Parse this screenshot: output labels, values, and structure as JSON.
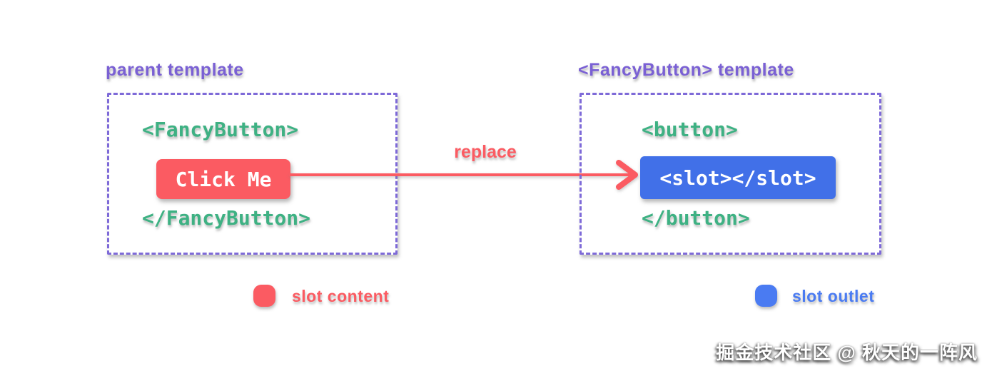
{
  "left": {
    "title": "parent template",
    "open_tag": "<FancyButton>",
    "button_label": "Click Me",
    "close_tag": "</FancyButton>"
  },
  "arrow": {
    "label": "replace"
  },
  "right": {
    "title": "<FancyButton> template",
    "open_tag": "<button>",
    "slot_tag": "<slot></slot>",
    "close_tag": "</button>"
  },
  "legend": {
    "content_label": "slot content",
    "outlet_label": "slot outlet"
  },
  "watermark": {
    "text": "掘金技术社区 @ 秋天的一阵风"
  },
  "colors": {
    "purple_label": "#7a60d4",
    "purple_border": "#7e6ad8",
    "code_green": "#3eb183",
    "slot_content_red": "#fb5b62",
    "slot_outlet_blue": "#4170e8",
    "legend_blue": "#4a7bf2",
    "text_white": "#ffffff"
  }
}
